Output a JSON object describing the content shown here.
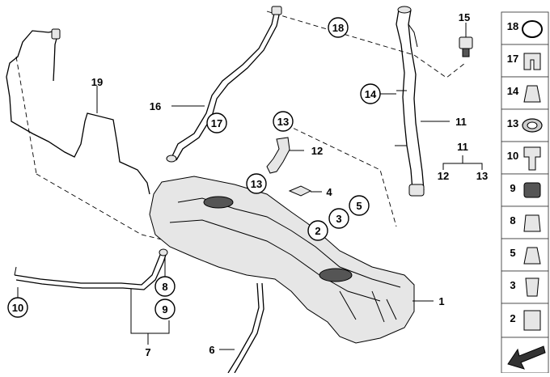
{
  "callouts": {
    "c18": "18",
    "c15": "15",
    "c19": "19",
    "c16": "16",
    "c17": "17",
    "c14": "14",
    "c11": "11",
    "c13a": "13",
    "c12": "12",
    "c11b": "11",
    "c12b": "12",
    "c13b": "13",
    "c13c": "13",
    "c4": "4",
    "c5": "5",
    "c3": "3",
    "c2": "2",
    "c8": "8",
    "c9": "9",
    "c10": "10",
    "c7": "7",
    "c1": "1",
    "c6": "6"
  },
  "side_panel": [
    "18",
    "17",
    "14",
    "13",
    "10",
    "9",
    "8",
    "5",
    "3",
    "2"
  ]
}
